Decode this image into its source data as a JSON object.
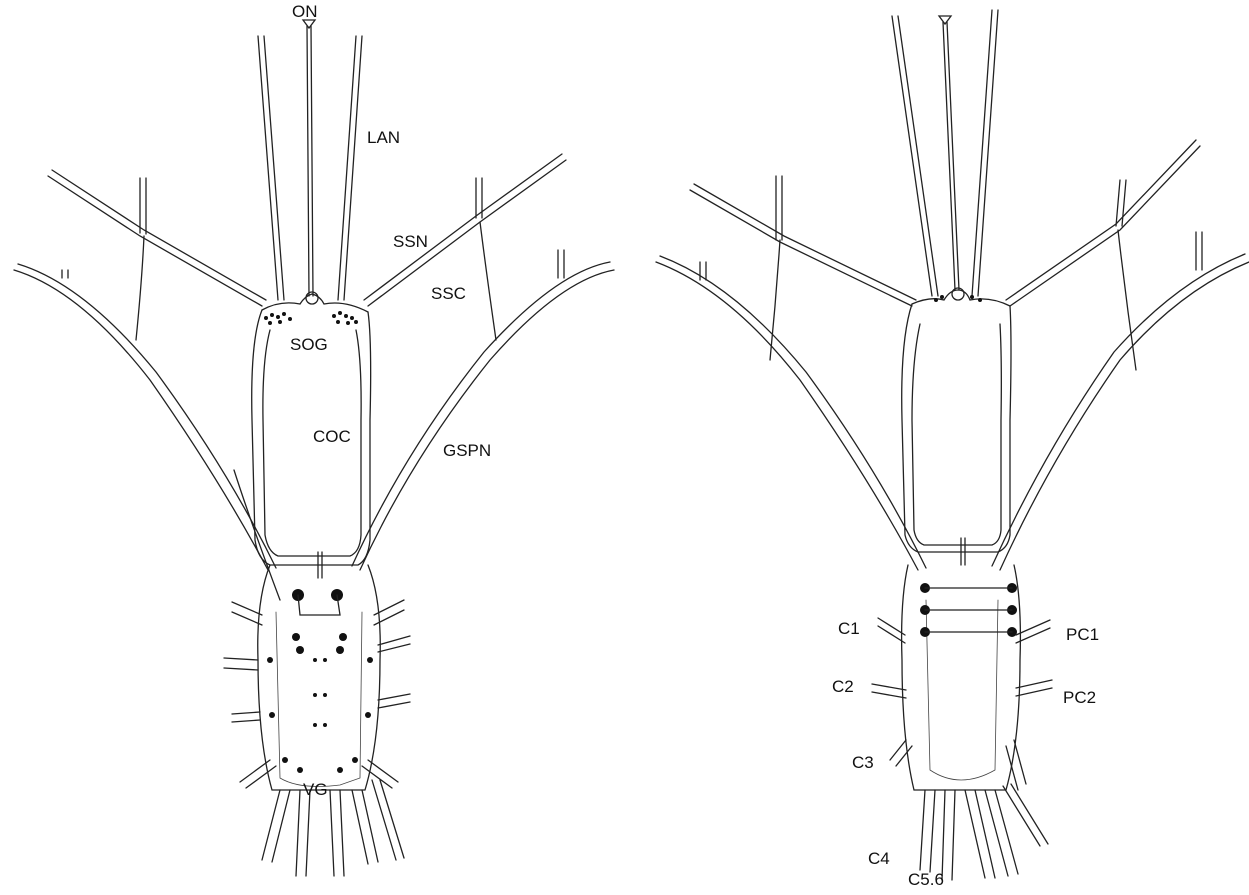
{
  "left_figure": {
    "labels": {
      "on": "ON",
      "lan": "LAN",
      "ssn": "SSN",
      "ssc": "SSC",
      "sog": "SOG",
      "coc": "COC",
      "gspn": "GSPN",
      "vg": "VG"
    }
  },
  "right_figure": {
    "labels": {
      "c1": "C1",
      "pc1": "PC1",
      "c2": "C2",
      "pc2": "PC2",
      "c3": "C3",
      "c4": "C4",
      "c56": "C5.6"
    }
  }
}
